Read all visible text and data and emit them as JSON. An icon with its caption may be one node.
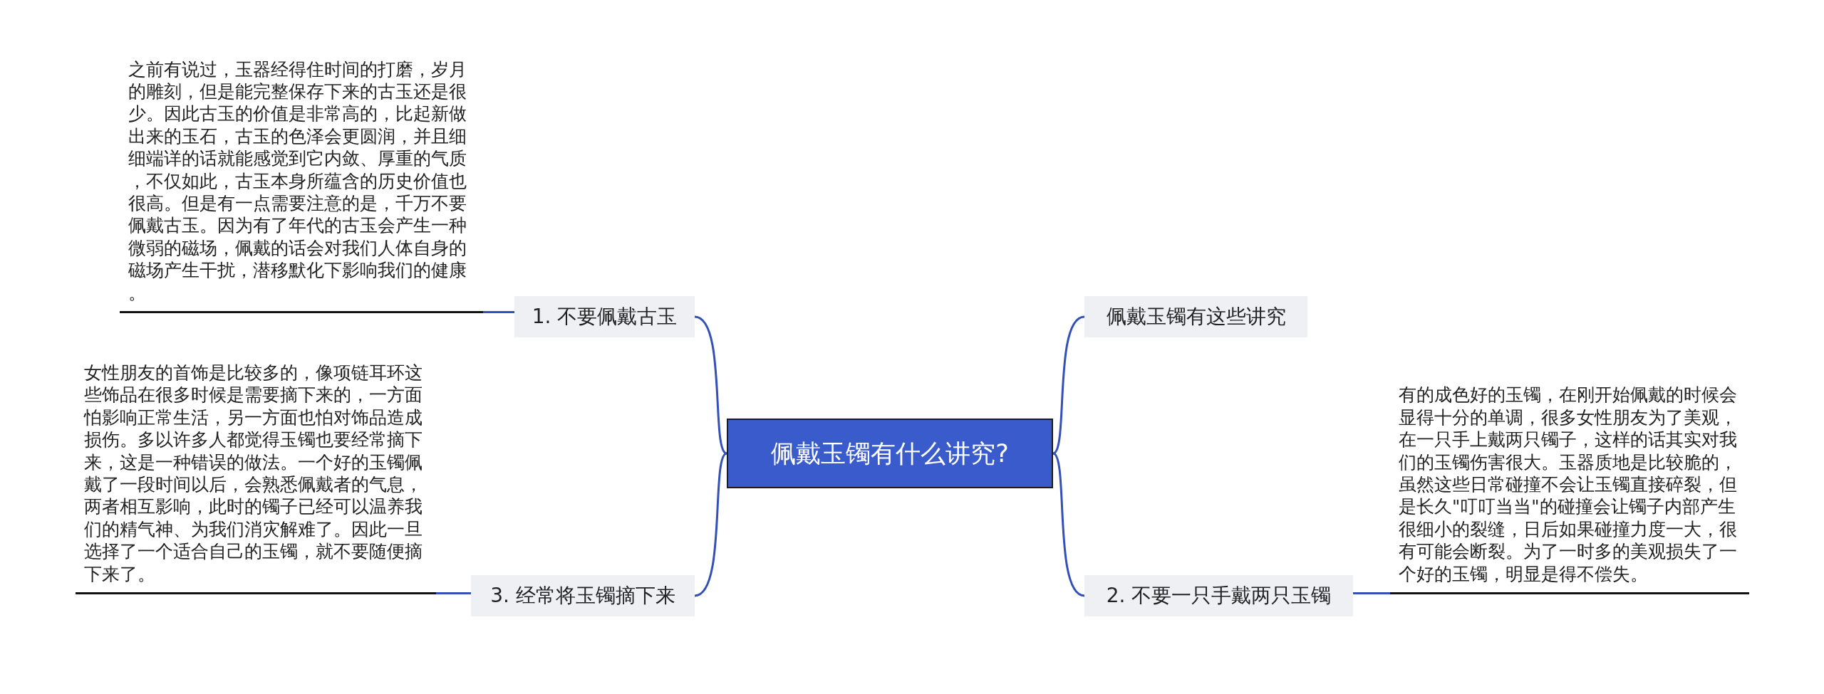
{
  "diagram": {
    "nodes": [
      {
        "text": [
          "佩戴玉镯有什么讲究?"
        ]
      },
      {
        "text": [
          "1. 不要佩戴古玉"
        ]
      },
      {
        "text": [
          "之前有说过，玉器经得住时间的打磨，岁月的雕刻，但是能完整保存下来的古玉还是很少。因此古玉的价值是非常高的，比起新做出来的玉石，古玉的色泽会更圆润，并且细细端详的话就能感觉到它内敛、厚重的气质，不仅如此，古玉本身所蕴含的历史价值也很高。但是有一点需要注意的是，千万不要佩戴古玉。因为有了年代的古玉会产生一种微弱的磁场，佩戴的话会对我们人体自身的磁场产生干扰，潜移默化下影响我们的健康。"
        ]
      },
      {
        "text": [
          "佩戴玉镯有这些讲究"
        ]
      },
      {
        "text": [
          "3. 经常将玉镯摘下来"
        ]
      },
      {
        "text": [
          "女性朋友的首饰是比较多的，像项链耳环这些饰品在很多时候是需要摘下来的，一方面怕影响正常生活，另一方面也怕对饰品造成损伤。多以许多人都觉得玉镯也要经常摘下来，这是一种错误的做法。一个好的玉镯佩戴了一段时间以后，会熟悉佩戴者的气息，两者相互影响，此时的镯子已经可以温养我们的精气神、为我们消灾解难了。因此一旦选择了一个适合自己的玉镯，就不要随便摘下来了。"
        ]
      },
      {
        "text": [
          "2. 不要一只手戴两只玉镯"
        ]
      },
      {
        "text": [
          "有的成色好的玉镯，在刚开始佩戴的时候会显得十分的单调，很多女性朋友为了美观，在一只手上戴两只镯子，这样的话其实对我们的玉镯伤害很大。玉器质地是比较脆的，虽然这些日常碰撞不会让玉镯直接碎裂，但是长久\"叮叮当当\"的碰撞会让镯子内部产生很细小的裂缝，日后如果碰撞力度一大，很有可能会断裂。为了一时多的美观损失了一个好的玉镯，明显是得不偿失。"
        ]
      }
    ],
    "edges": [
      {
        "from": 0,
        "to": 1,
        "arrow": "none"
      },
      {
        "from": 1,
        "to": 2,
        "arrow": "none"
      },
      {
        "from": 0,
        "to": 3,
        "arrow": "none"
      },
      {
        "from": 0,
        "to": 4,
        "arrow": "none"
      },
      {
        "from": 4,
        "to": 5,
        "arrow": "none"
      },
      {
        "from": 0,
        "to": 6,
        "arrow": "none"
      },
      {
        "from": 6,
        "to": 7,
        "arrow": "none"
      }
    ]
  }
}
